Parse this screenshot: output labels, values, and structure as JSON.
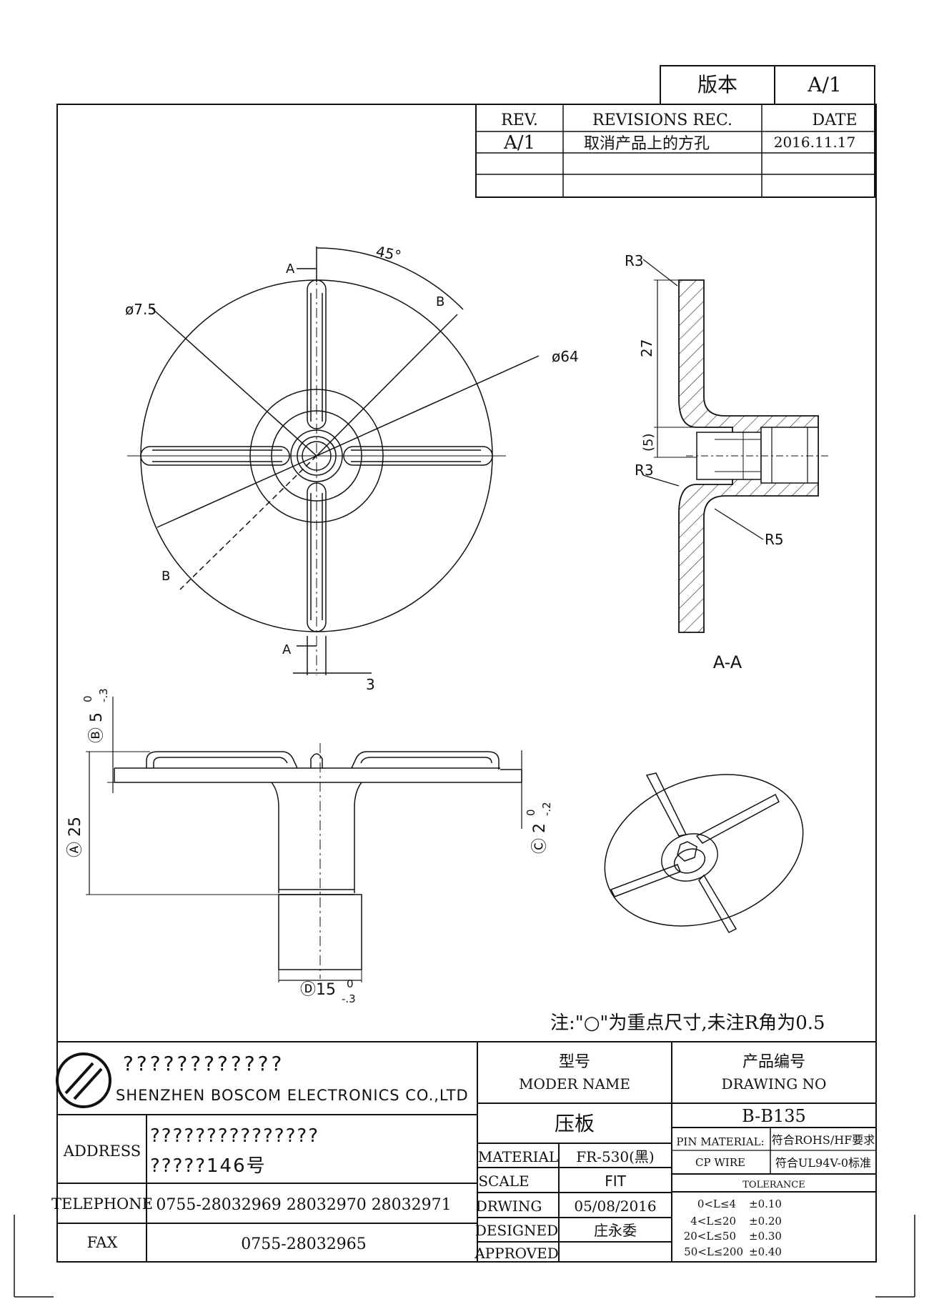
{
  "version_box": {
    "label": "版本",
    "value": "A/1"
  },
  "revisions": {
    "headers": {
      "rev": "REV.",
      "rec": "REVISIONS REC.",
      "date": "DATE"
    },
    "rows": [
      {
        "rev": "A/1",
        "rec": "取消产品上的方孔",
        "date": "2016.11.17"
      }
    ]
  },
  "views": {
    "front": {
      "dim_45": "45°",
      "dim_d75": "ø7.5",
      "dim_d64": "ø64",
      "dim_3": "3",
      "cut_a": "A",
      "cut_b": "B"
    },
    "section": {
      "title": "A-A",
      "dim_r3_top": "R3",
      "dim_r3_mid": "R3",
      "dim_r5": "R5",
      "dim_27": "27",
      "dim_5": "(5)"
    },
    "side": {
      "dim_b": "Ⓑ 5",
      "dim_b_tol_up": "0",
      "dim_b_tol_dn": "-.3",
      "dim_a": "Ⓐ 25",
      "dim_c": "Ⓒ 2",
      "dim_c_tol_up": "0",
      "dim_c_tol_dn": "-.2",
      "dim_d": "Ⓓ15",
      "dim_d_tol_up": "0",
      "dim_d_tol_dn": "-.3"
    }
  },
  "note": "注:\"○\"为重点尺寸,未注R角为0.5",
  "company": {
    "name_cn": "????????????",
    "name_en": "SHENZHEN BOSCOM ELECTRONICS CO.,LTD",
    "address_label": "ADDRESS",
    "address_line1": "???????????????",
    "address_line2": "?????146号",
    "telephone_label": "TELEPHONE",
    "telephone": "0755-28032969 28032970 28032971",
    "fax_label": "FAX",
    "fax": "0755-28032965"
  },
  "title_block": {
    "model_cn": "型号",
    "model_en": "MODER NAME",
    "model_value": "压板",
    "drawing_cn": "产品编号",
    "drawing_en": "DRAWING NO",
    "drawing_value": "B-B135",
    "material_label": "MATERIAL",
    "material": "FR-530(黑)",
    "scale_label": "SCALE",
    "scale": "FIT",
    "drwing_label": "DRWING",
    "drwing": "05/08/2016",
    "designed_label": "DESIGNED",
    "designed": "庄永委",
    "approved_label": "APPROVED",
    "approved": "",
    "pin_material_label": "PIN MATERIAL:",
    "pin_material": "符合ROHS/HF要求",
    "cp_wire_label": "CP WIRE",
    "cp_wire": "符合UL94V-0标准",
    "tolerance_label": "TOLERANCE",
    "tolerance": [
      {
        "range": "0<L≤4",
        "value": "±0.10"
      },
      {
        "range": "4<L≤20",
        "value": "±0.20"
      },
      {
        "range": "20<L≤50",
        "value": "±0.30"
      },
      {
        "range": "50<L≤200",
        "value": "±0.40"
      }
    ]
  }
}
